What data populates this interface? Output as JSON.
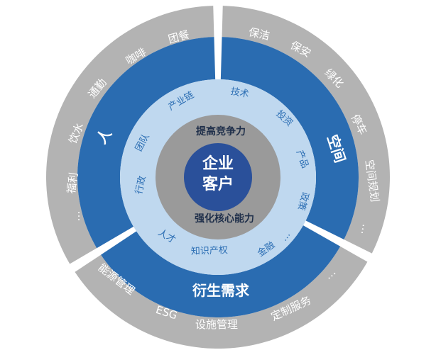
{
  "core": {
    "line1": "企业",
    "line2": "客户"
  },
  "inner_ring": {
    "top_label": "提高竞争力",
    "bottom_label": "强化核心能力"
  },
  "light_ring": {
    "items": [
      "行政",
      "团队",
      "产业链",
      "技术",
      "投资",
      "产品",
      "政策",
      "…",
      "金融",
      "知识产权",
      "人才"
    ]
  },
  "dark_ring": {
    "people": "人",
    "space": "空间",
    "derived": "衍生需求"
  },
  "outer_ring": {
    "people_items": [
      "…",
      "福利",
      "饮水",
      "通勤",
      "咖啡",
      "团餐"
    ],
    "space_items": [
      "保洁",
      "保安",
      "绿化",
      "停车",
      "空间规划",
      "…"
    ],
    "derived_items": [
      "能源管理",
      "ESG",
      "设施管理",
      "定制服务",
      "…"
    ]
  },
  "colors": {
    "outer_gray": "#b3b3b3",
    "dark_blue": "#2a6cb1",
    "light_blue": "#bfd8ef",
    "mid_gray": "#9a9a9a",
    "core_navy": "#2a509a"
  }
}
